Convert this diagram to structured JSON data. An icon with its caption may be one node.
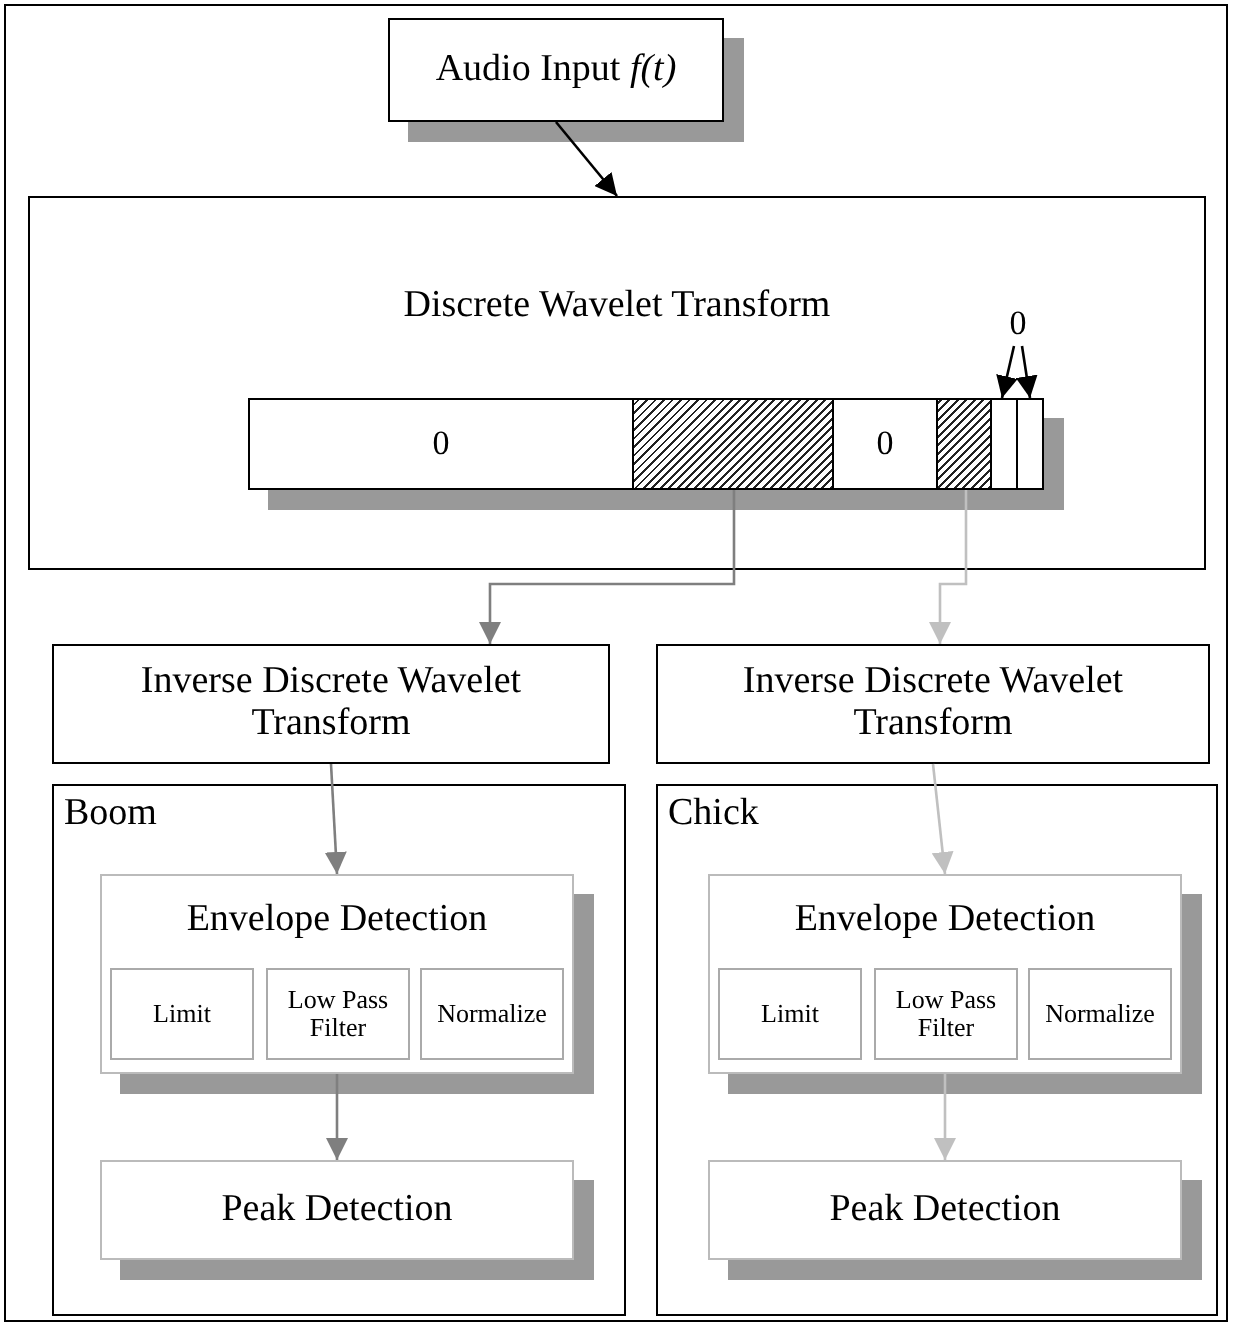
{
  "diagram": {
    "nodes": [
      {
        "text": [
          "Audio Input *f(t)*"
        ]
      },
      {
        "text": [
          "Discrete Wavelet Transform"
        ]
      },
      {
        "text": [
          "0"
        ],
        "in": 1
      },
      {
        "text": [
          "0"
        ],
        "in": 1
      },
      {
        "text": [],
        "shape": "bar",
        "in": 1
      },
      {
        "text": [
          "0"
        ],
        "in": 1
      },
      {
        "text": [],
        "shape": "bar",
        "in": 1
      },
      {
        "text": [],
        "shape": "box",
        "in": 1
      },
      {
        "text": [],
        "shape": "box",
        "in": 1
      },
      {
        "text": [
          "Inverse Discrete Wavelet Transform"
        ]
      },
      {
        "text": [
          "Inverse Discrete Wavelet Transform"
        ]
      },
      {
        "text": [
          "Boom"
        ]
      },
      {
        "text": [
          "Envelope Detection"
        ],
        "in": 11
      },
      {
        "text": [
          "Limit"
        ],
        "in": 12
      },
      {
        "text": [
          "Low Pass Filter"
        ],
        "in": 12
      },
      {
        "text": [
          "Normalize"
        ],
        "in": 12
      },
      {
        "text": [
          "Peak Detection"
        ],
        "in": 11
      },
      {
        "text": [
          "Chick"
        ]
      },
      {
        "text": [
          "Envelope Detection"
        ],
        "in": 17
      },
      {
        "text": [
          "Limit"
        ],
        "in": 18
      },
      {
        "text": [
          "Low Pass Filter"
        ],
        "in": 18
      },
      {
        "text": [
          "Normalize"
        ],
        "in": 18
      },
      {
        "text": [
          "Peak Detection"
        ],
        "in": 17
      }
    ],
    "edges": [
      {
        "from": 0,
        "to": 1,
        "arrow": "to"
      },
      {
        "from": 2,
        "to": 7,
        "arrow": "to"
      },
      {
        "from": 2,
        "to": 8,
        "arrow": "to"
      },
      {
        "from": 4,
        "to": 9,
        "arrow": "to",
        "color": "#7f7f7f"
      },
      {
        "from": 6,
        "to": 10,
        "arrow": "to",
        "color": "#c0c0c0"
      },
      {
        "from": 9,
        "to": 12,
        "arrow": "to",
        "color": "#7f7f7f"
      },
      {
        "from": 12,
        "to": 16,
        "arrow": "to",
        "color": "#7f7f7f"
      },
      {
        "from": 10,
        "to": 18,
        "arrow": "to",
        "color": "#c0c0c0"
      },
      {
        "from": 18,
        "to": 22,
        "arrow": "to",
        "color": "#c0c0c0"
      }
    ]
  }
}
